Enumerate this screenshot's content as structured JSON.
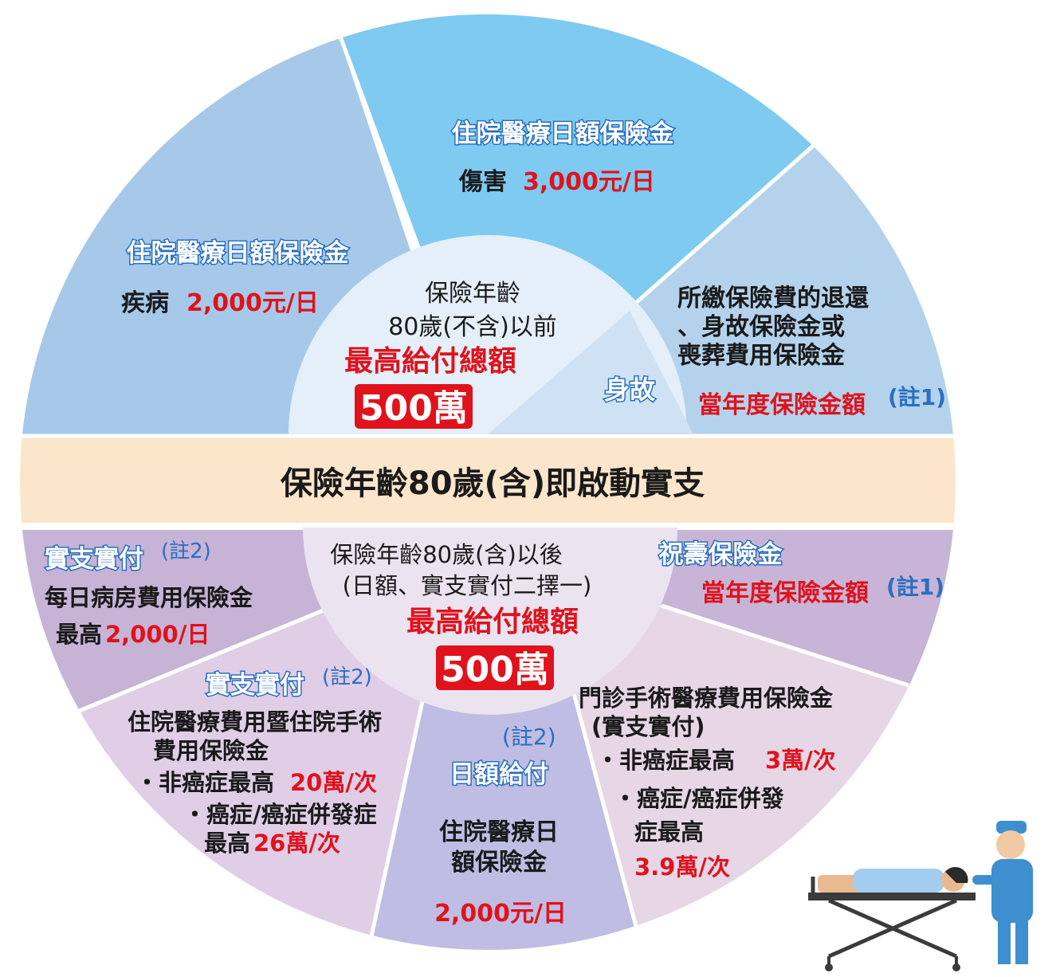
{
  "colors": {
    "red": "#e0121c",
    "blue": "#2a6fc2",
    "band": "#fbe6cc",
    "top_left": "#a6c9ea",
    "top_mid": "#7fcaf0",
    "top_right": "#b4d2ec",
    "bottom": "#c9b8d9"
  },
  "top": {
    "center": {
      "line1": "保險年齡",
      "line2": "80歲(不含)以前",
      "label": "最高給付總額",
      "amount": "500萬"
    },
    "left": {
      "title": "住院醫療日額保險金",
      "text": "疾病",
      "value": "2,000元/日"
    },
    "middle": {
      "title": "住院醫療日額保險金",
      "text": "傷害",
      "value": "3,000元/日"
    },
    "right": {
      "lines": [
        "所繳保險費的退還",
        "、身故保險金或",
        "喪葬費用保險金"
      ],
      "tag": "身故",
      "value": "當年度保險金額",
      "note": "(註1)"
    }
  },
  "band": {
    "text": "保險年齡80歲(含)即啟動實支"
  },
  "bottom": {
    "center": {
      "line1": "保險年齡80歲(含)以後",
      "line2": "(日額、實支實付二擇一)",
      "label": "最高給付總額",
      "amount": "500萬"
    },
    "left_top": {
      "title": "實支實付",
      "note": "(註2)",
      "line1": "每日病房費用保險金",
      "prefix": "最高",
      "value": "2,000/日"
    },
    "left_bottom": {
      "title": "實支實付",
      "note": "(註2)",
      "line1": "住院醫療費用暨住院手術",
      "line2": "費用保險金",
      "item1_prefix": "・非癌症最高",
      "item1_value": "20萬/次",
      "item2_line1": "・癌症/癌症併發症",
      "item2_prefix": "最高",
      "item2_value": "26萬/次"
    },
    "middle": {
      "note": "(註2)",
      "title": "日額給付",
      "line1": "住院醫療日",
      "line2": "額保險金",
      "value": "2,000元/日"
    },
    "right_top": {
      "title": "祝壽保險金",
      "value": "當年度保險金額",
      "note": "(註1)"
    },
    "right_bottom": {
      "line1": "門診手術醫療費用保險金",
      "line2": "(實支實付)",
      "item1_prefix": "・非癌症最高",
      "item1_value": "3萬/次",
      "item2_line1": "・癌症/癌症併發",
      "item2_line2": "症最高",
      "item2_value": "3.9萬/次"
    }
  },
  "icons": {
    "illustration": "stretcher-patient-icon"
  }
}
